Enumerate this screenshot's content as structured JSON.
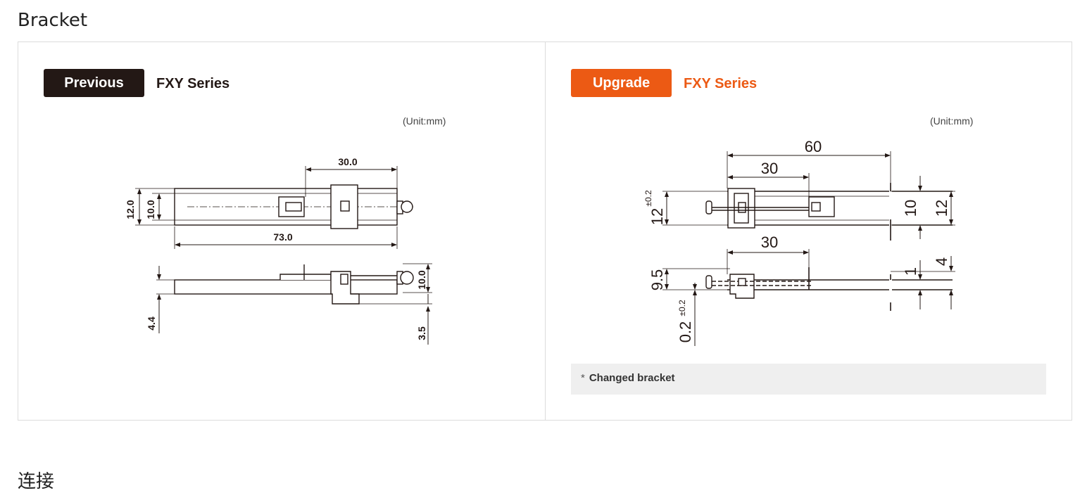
{
  "sections": {
    "bracket_title": "Bracket",
    "connect_title": "连接"
  },
  "previous": {
    "badge": "Previous",
    "series": "FXY Series",
    "unit": "(Unit:mm)",
    "dims": {
      "width_top": "30.0",
      "length": "73.0",
      "outer_height": "12.0",
      "inner_height": "10.0",
      "side_height": "10.0",
      "thickness": "4.4",
      "foot": "3.5"
    }
  },
  "upgrade": {
    "badge": "Upgrade",
    "series": "FXY Series",
    "unit": "(Unit:mm)",
    "dims": {
      "length": "60",
      "offset_top": "30",
      "offset_side": "30",
      "height_tol_value": "12",
      "height_tol": "±0.2",
      "inner": "10",
      "outer": "12",
      "side": "9.5",
      "gap_value": "0.2",
      "gap_tol": "±0.2",
      "t1": "1",
      "t4": "4"
    },
    "note_marker": "*",
    "note": "Changed bracket"
  },
  "colors": {
    "previous_badge": "#231815",
    "upgrade_accent": "#ec5a14"
  }
}
